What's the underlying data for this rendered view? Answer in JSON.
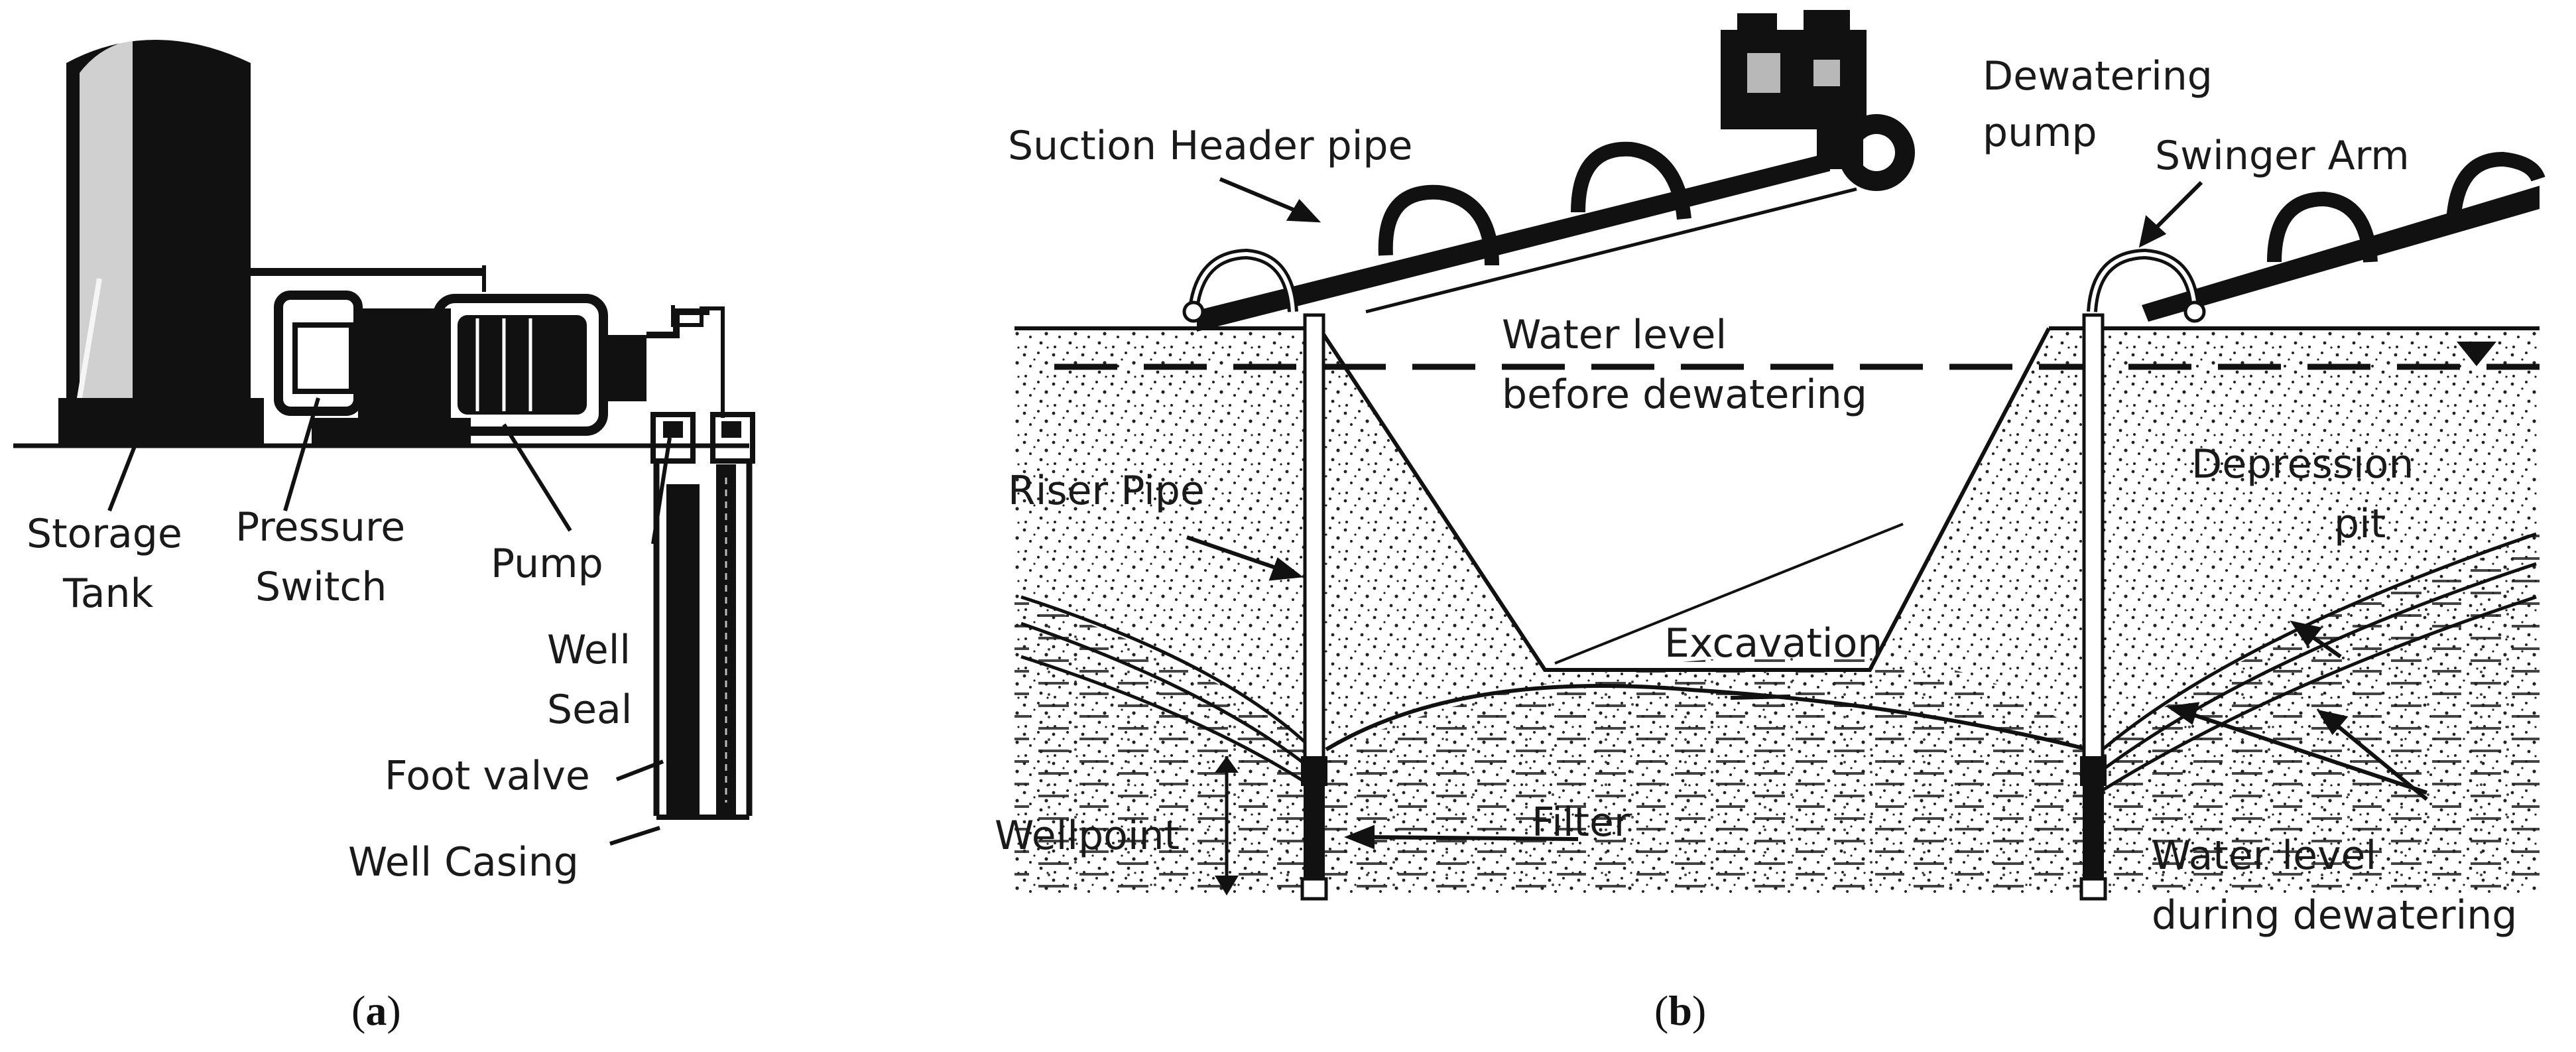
{
  "panel_a": {
    "labels": {
      "storage_tank_1": "Storage",
      "storage_tank_2": "Tank",
      "pressure_switch_1": "Pressure",
      "pressure_switch_2": "Switch",
      "pump": "Pump",
      "well_seal_1": "Well",
      "well_seal_2": "Seal",
      "foot_valve": "Foot valve",
      "well_casing": "Well Casing"
    },
    "caption_open": "(",
    "caption_letter": "a",
    "caption_close": ")"
  },
  "panel_b": {
    "labels": {
      "suction_header_pipe": "Suction Header pipe",
      "dewatering_pump_1": "Dewatering",
      "dewatering_pump_2": "pump",
      "swinger_arm": "Swinger Arm",
      "water_level_before_1": "Water level",
      "water_level_before_2": "before dewatering",
      "riser_pipe": "Riser Pipe",
      "depression_pit_1": "Depression",
      "depression_pit_2": "pit",
      "excavation": "Excavation",
      "wellpoint": "Wellpoint",
      "filter": "Filter",
      "water_level_during_1": "Water level",
      "water_level_during_2": "during dewatering"
    },
    "caption_open": "(",
    "caption_letter": "b",
    "caption_close": ")"
  },
  "colors": {
    "ink": "#111111",
    "background": "#ffffff"
  }
}
